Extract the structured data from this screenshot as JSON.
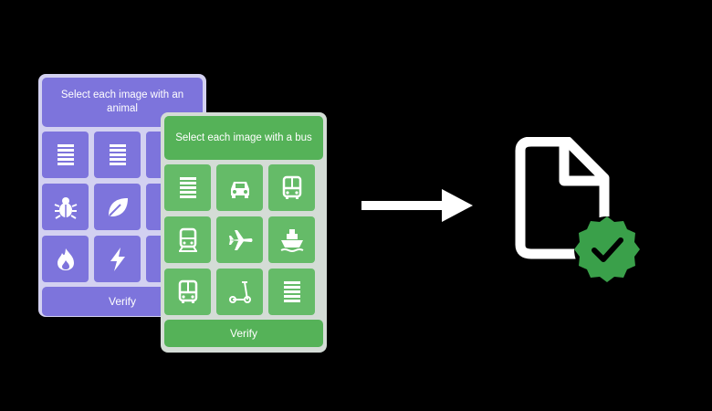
{
  "captcha_animal": {
    "prompt": "Select each image with an animal",
    "verify_label": "Verify",
    "tiles": [
      "text-lines-icon",
      "text-lines-icon",
      "bug-icon",
      "leaf-icon",
      "flame-icon",
      "lightning-icon"
    ]
  },
  "captcha_bus": {
    "prompt": "Select each image with a bus",
    "verify_label": "Verify",
    "tiles": [
      "text-lines-icon",
      "car-icon",
      "bus-icon",
      "tram-icon",
      "airplane-icon",
      "ship-icon",
      "bus-icon",
      "scooter-icon",
      "text-lines-icon"
    ]
  },
  "colors": {
    "background": "#000000",
    "purple_accent": "#7d74dc",
    "green_accent": "#55b258",
    "verified_badge": "#3aa04a"
  },
  "result": {
    "arrow_icon": "right-arrow-icon",
    "document_icon": "document-icon",
    "badge_icon": "verified-badge-icon"
  }
}
